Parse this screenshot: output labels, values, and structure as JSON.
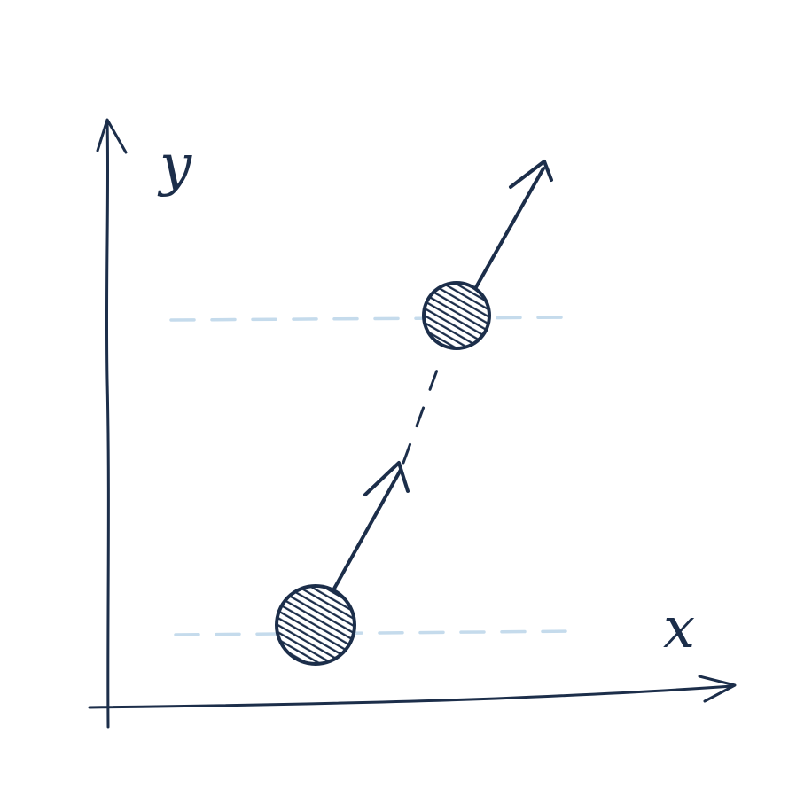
{
  "diagram": {
    "axes": {
      "x_label": "x",
      "y_label": "y"
    },
    "colors": {
      "ink": "#1c2e4a",
      "guide": "#c5dbec",
      "background": "#ffffff"
    },
    "elements": [
      "axis-x-arrow",
      "axis-y-arrow",
      "particle-initial",
      "particle-final",
      "velocity-arrow-initial",
      "velocity-arrow-final",
      "trajectory-dashed-line",
      "height-guide-lower",
      "height-guide-upper"
    ]
  }
}
